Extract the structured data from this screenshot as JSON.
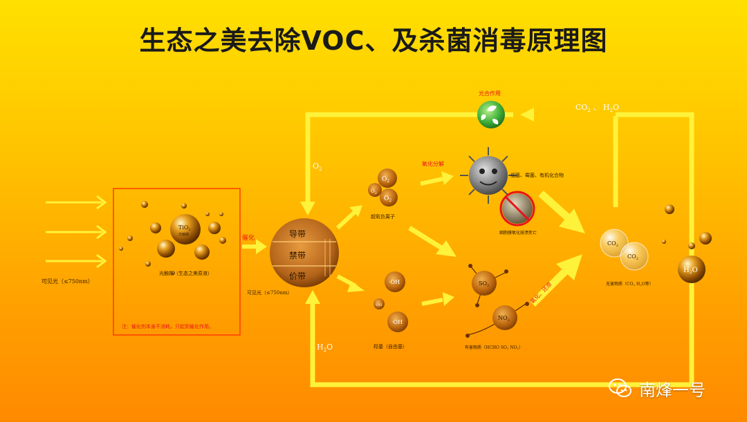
{
  "title": "生态之美去除VOC、及杀菌消毒原理图",
  "labels": {
    "visible_light_left": "可见光（≤750nm）",
    "photocatalyst": "光触媒（生态之美原液）",
    "tio2_line1": "TiO",
    "tio2_sub": "2",
    "tio2_line2": "光触媒",
    "note": "注：催化剂本身不消耗，只起到催化作用。",
    "catalysis": "催化",
    "band_conduction": "导带",
    "band_forbidden": "禁带",
    "band_valence": "价带",
    "visible_light_band": "可见光（≤750nm）",
    "o2_label": "O",
    "o2_sub": "2",
    "h2o_left": "H",
    "h2o_left_sub": "2",
    "h2o_left_o": "O",
    "superoxide": "超氧负离子",
    "o2_mol": "O",
    "o2_mol_sub": "2",
    "oh_mol": "·OH",
    "hydroxyl": "羟基（自由基）",
    "oxidize_decompose": "氧化分解",
    "oxidize_reduce": "氧化、还原",
    "bacteria_text": "细菌、霉菌、有机化合物",
    "cell_death": "细胞膜氧化崩溃死亡",
    "harmful": "有害物质（HCHO SO",
    "harmful_sub1": "2",
    "harmful_mid": " NO",
    "harmful_sub2": "2",
    "harmful_end": "）",
    "so2": "SO",
    "so2_sub": "2",
    "no2": "NO",
    "no2_sub": "2",
    "photosynthesis": "光合作用",
    "co2_h2o_top": "CO",
    "co2_h2o_top_sub": "2",
    "co2_h2o_top_mid": " 、  H",
    "co2_h2o_top_sub2": "2",
    "co2_h2o_top_end": "O",
    "co2": "CO",
    "co2_sub": "2",
    "h2o_bubble": "H",
    "h2o_bubble_sub": "2",
    "h2o_bubble_o": "O",
    "harmless": "无害物质（CO",
    "harmless_sub1": "2",
    "harmless_mid": " H",
    "harmless_sub2": "2",
    "harmless_end": "O等）"
  },
  "brand": {
    "name": "南烽一号",
    "icon": "wechat-icon"
  },
  "colors": {
    "arrow": "#fff23a",
    "box_border": "#ff3a00",
    "red_text": "#e8141a",
    "label_dark": "#3a2000",
    "leaf_green": "#3fb03a"
  }
}
